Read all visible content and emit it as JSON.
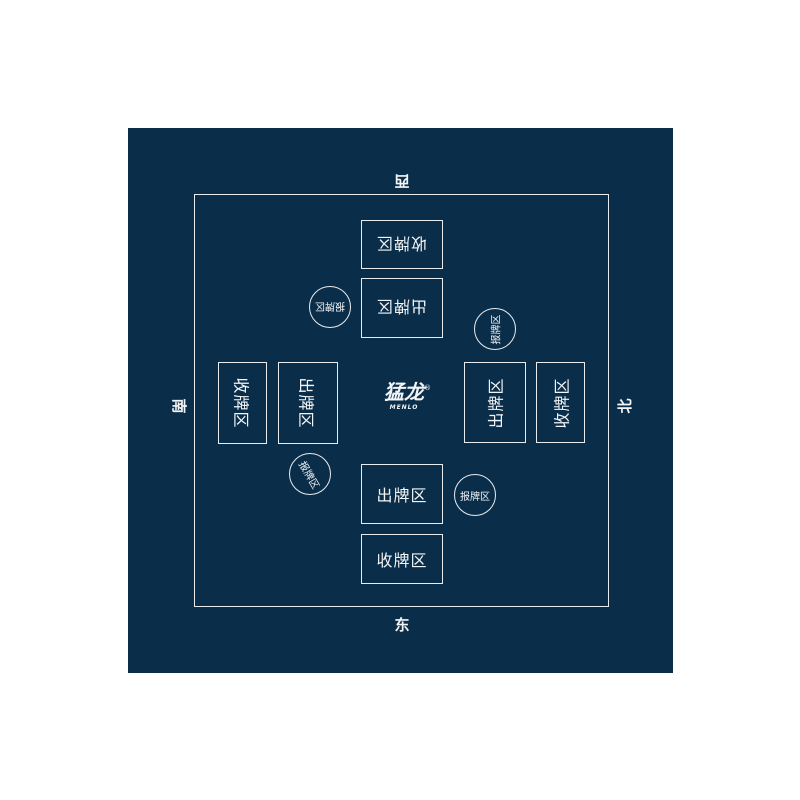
{
  "directions": {
    "east": "东",
    "west": "西",
    "south": "南",
    "north": "北"
  },
  "zones": {
    "collect": "收牌区",
    "play": "出牌区",
    "report": "报牌区"
  },
  "logo": {
    "main": "猛龙",
    "sub": "MENLO",
    "mark": "®"
  },
  "colors": {
    "mat": "#0a2e4a",
    "line": "#e8ecef"
  }
}
